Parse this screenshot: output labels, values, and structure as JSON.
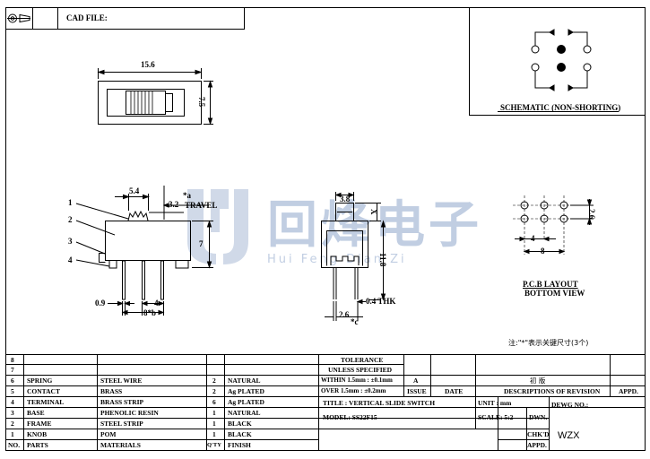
{
  "header": {
    "cad_file_label": "CAD FILE:"
  },
  "top_view": {
    "width_dim": "15.6",
    "height_dim": "7.5"
  },
  "side_view": {
    "callouts": [
      "1",
      "2",
      "3",
      "4"
    ],
    "dim_54": "5.4",
    "star_a": "*a",
    "dim_32": "3.2",
    "travel": "TRAVEL",
    "dim_7": "7",
    "dim_09": "0.9",
    "dim_8b": "8*b",
    "dim_4": "4"
  },
  "end_view": {
    "dim_38": "3.8",
    "dim_x": "X",
    "dim_118": "11.8",
    "dim_04thk": "0.4 THK",
    "dim_26": "2.6",
    "star_c": "*c"
  },
  "pcb": {
    "dim_26": "2.6",
    "dim_4": "4",
    "dim_8": "8",
    "title": "P.C.B LAYOUT",
    "subtitle": "BOTTOM VIEW"
  },
  "schematic": {
    "title": "SCHEMATIC (NON-SHORTING)"
  },
  "note": "注:\"*\"表示关键尺寸(3个)",
  "watermark": {
    "cn": "回烽电子",
    "en": "Hui  Feng  Dian  Zi"
  },
  "bom": {
    "rows": [
      {
        "no": "8",
        "part": "",
        "material": "",
        "qty": "",
        "finish": ""
      },
      {
        "no": "7",
        "part": "",
        "material": "",
        "qty": "",
        "finish": ""
      },
      {
        "no": "6",
        "part": "SPRING",
        "material": "STEEL WIRE",
        "qty": "2",
        "finish": "NATURAL"
      },
      {
        "no": "5",
        "part": "CONTACT",
        "material": "BRASS",
        "qty": "2",
        "finish": "Ag PLATED"
      },
      {
        "no": "4",
        "part": "TERMINAL",
        "material": "BRASS STRIP",
        "qty": "6",
        "finish": "Ag PLATED"
      },
      {
        "no": "3",
        "part": "BASE",
        "material": "PHENOLIC RESIN",
        "qty": "1",
        "finish": "NATURAL"
      },
      {
        "no": "2",
        "part": "FRAME",
        "material": "STEEL STRIP",
        "qty": "1",
        "finish": "BLACK"
      },
      {
        "no": "1",
        "part": "KNOB",
        "material": "POM",
        "qty": "1",
        "finish": "BLACK"
      }
    ],
    "header": {
      "no": "NO.",
      "part": "PARTS",
      "material": "MATERIALS",
      "qty": "Q'TY",
      "finish": "FINISH"
    }
  },
  "title_block": {
    "tolerance": "TOLERANCE",
    "unless": "UNLESS   SPECIFIED",
    "within": "WITHIN 1.5mm : ±0.1mm",
    "within_rev": "A",
    "over": "OVER 1.5mm : ±0.2mm",
    "issue": "ISSUE",
    "date": "DATE",
    "desc_rev": "DESCRIPTIONS OF REVISION",
    "appd": "APPD.",
    "first_ed": "初  版",
    "title": "TITLE :  VERTICAL SLIDE SWITCH",
    "unit": "UNIT :  mm",
    "dewg": "DEWG NO.:",
    "model": "MODEL:   SS22F15",
    "scale": "SCALE:   5:2",
    "dwn": "DWN.",
    "chkd": "CHK'D",
    "appd2": "APPD.",
    "signer": "WZX"
  }
}
